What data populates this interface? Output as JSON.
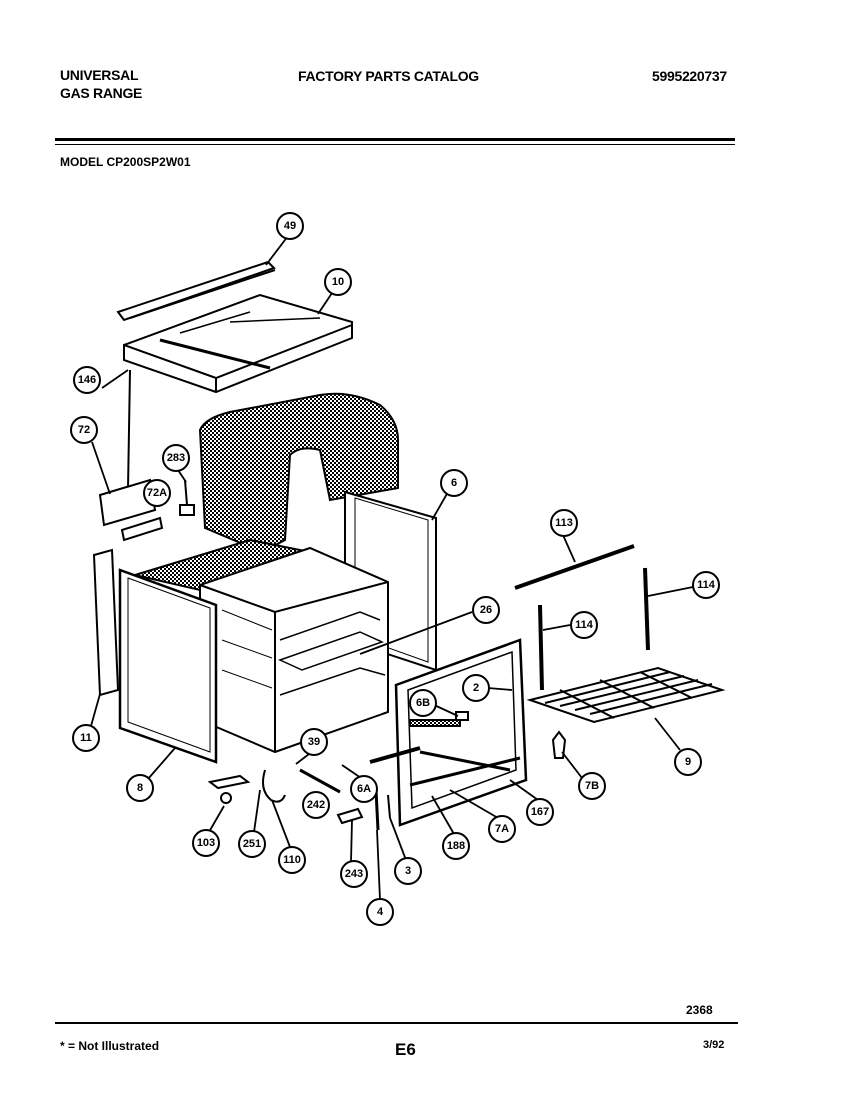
{
  "header": {
    "brand_line1": "UNIVERSAL",
    "brand_line2": "GAS RANGE",
    "catalog_title": "FACTORY PARTS CATALOG",
    "catalog_number": "5995220737"
  },
  "model": "MODEL CP200SP2W01",
  "callouts": [
    {
      "label": "49"
    },
    {
      "label": "10"
    },
    {
      "label": "146"
    },
    {
      "label": "72"
    },
    {
      "label": "283"
    },
    {
      "label": "72A"
    },
    {
      "label": "6"
    },
    {
      "label": "113"
    },
    {
      "label": "114"
    },
    {
      "label": "114"
    },
    {
      "label": "26"
    },
    {
      "label": "2"
    },
    {
      "label": "6B"
    },
    {
      "label": "9"
    },
    {
      "label": "7B"
    },
    {
      "label": "11"
    },
    {
      "label": "8"
    },
    {
      "label": "39"
    },
    {
      "label": "6A"
    },
    {
      "label": "242"
    },
    {
      "label": "103"
    },
    {
      "label": "251"
    },
    {
      "label": "110"
    },
    {
      "label": "243"
    },
    {
      "label": "3"
    },
    {
      "label": "4"
    },
    {
      "label": "188"
    },
    {
      "label": "7A"
    },
    {
      "label": "167"
    }
  ],
  "footer": {
    "diagram_number": "2368",
    "footnote": "* = Not Illustrated",
    "page": "E6",
    "date": "3/92"
  }
}
